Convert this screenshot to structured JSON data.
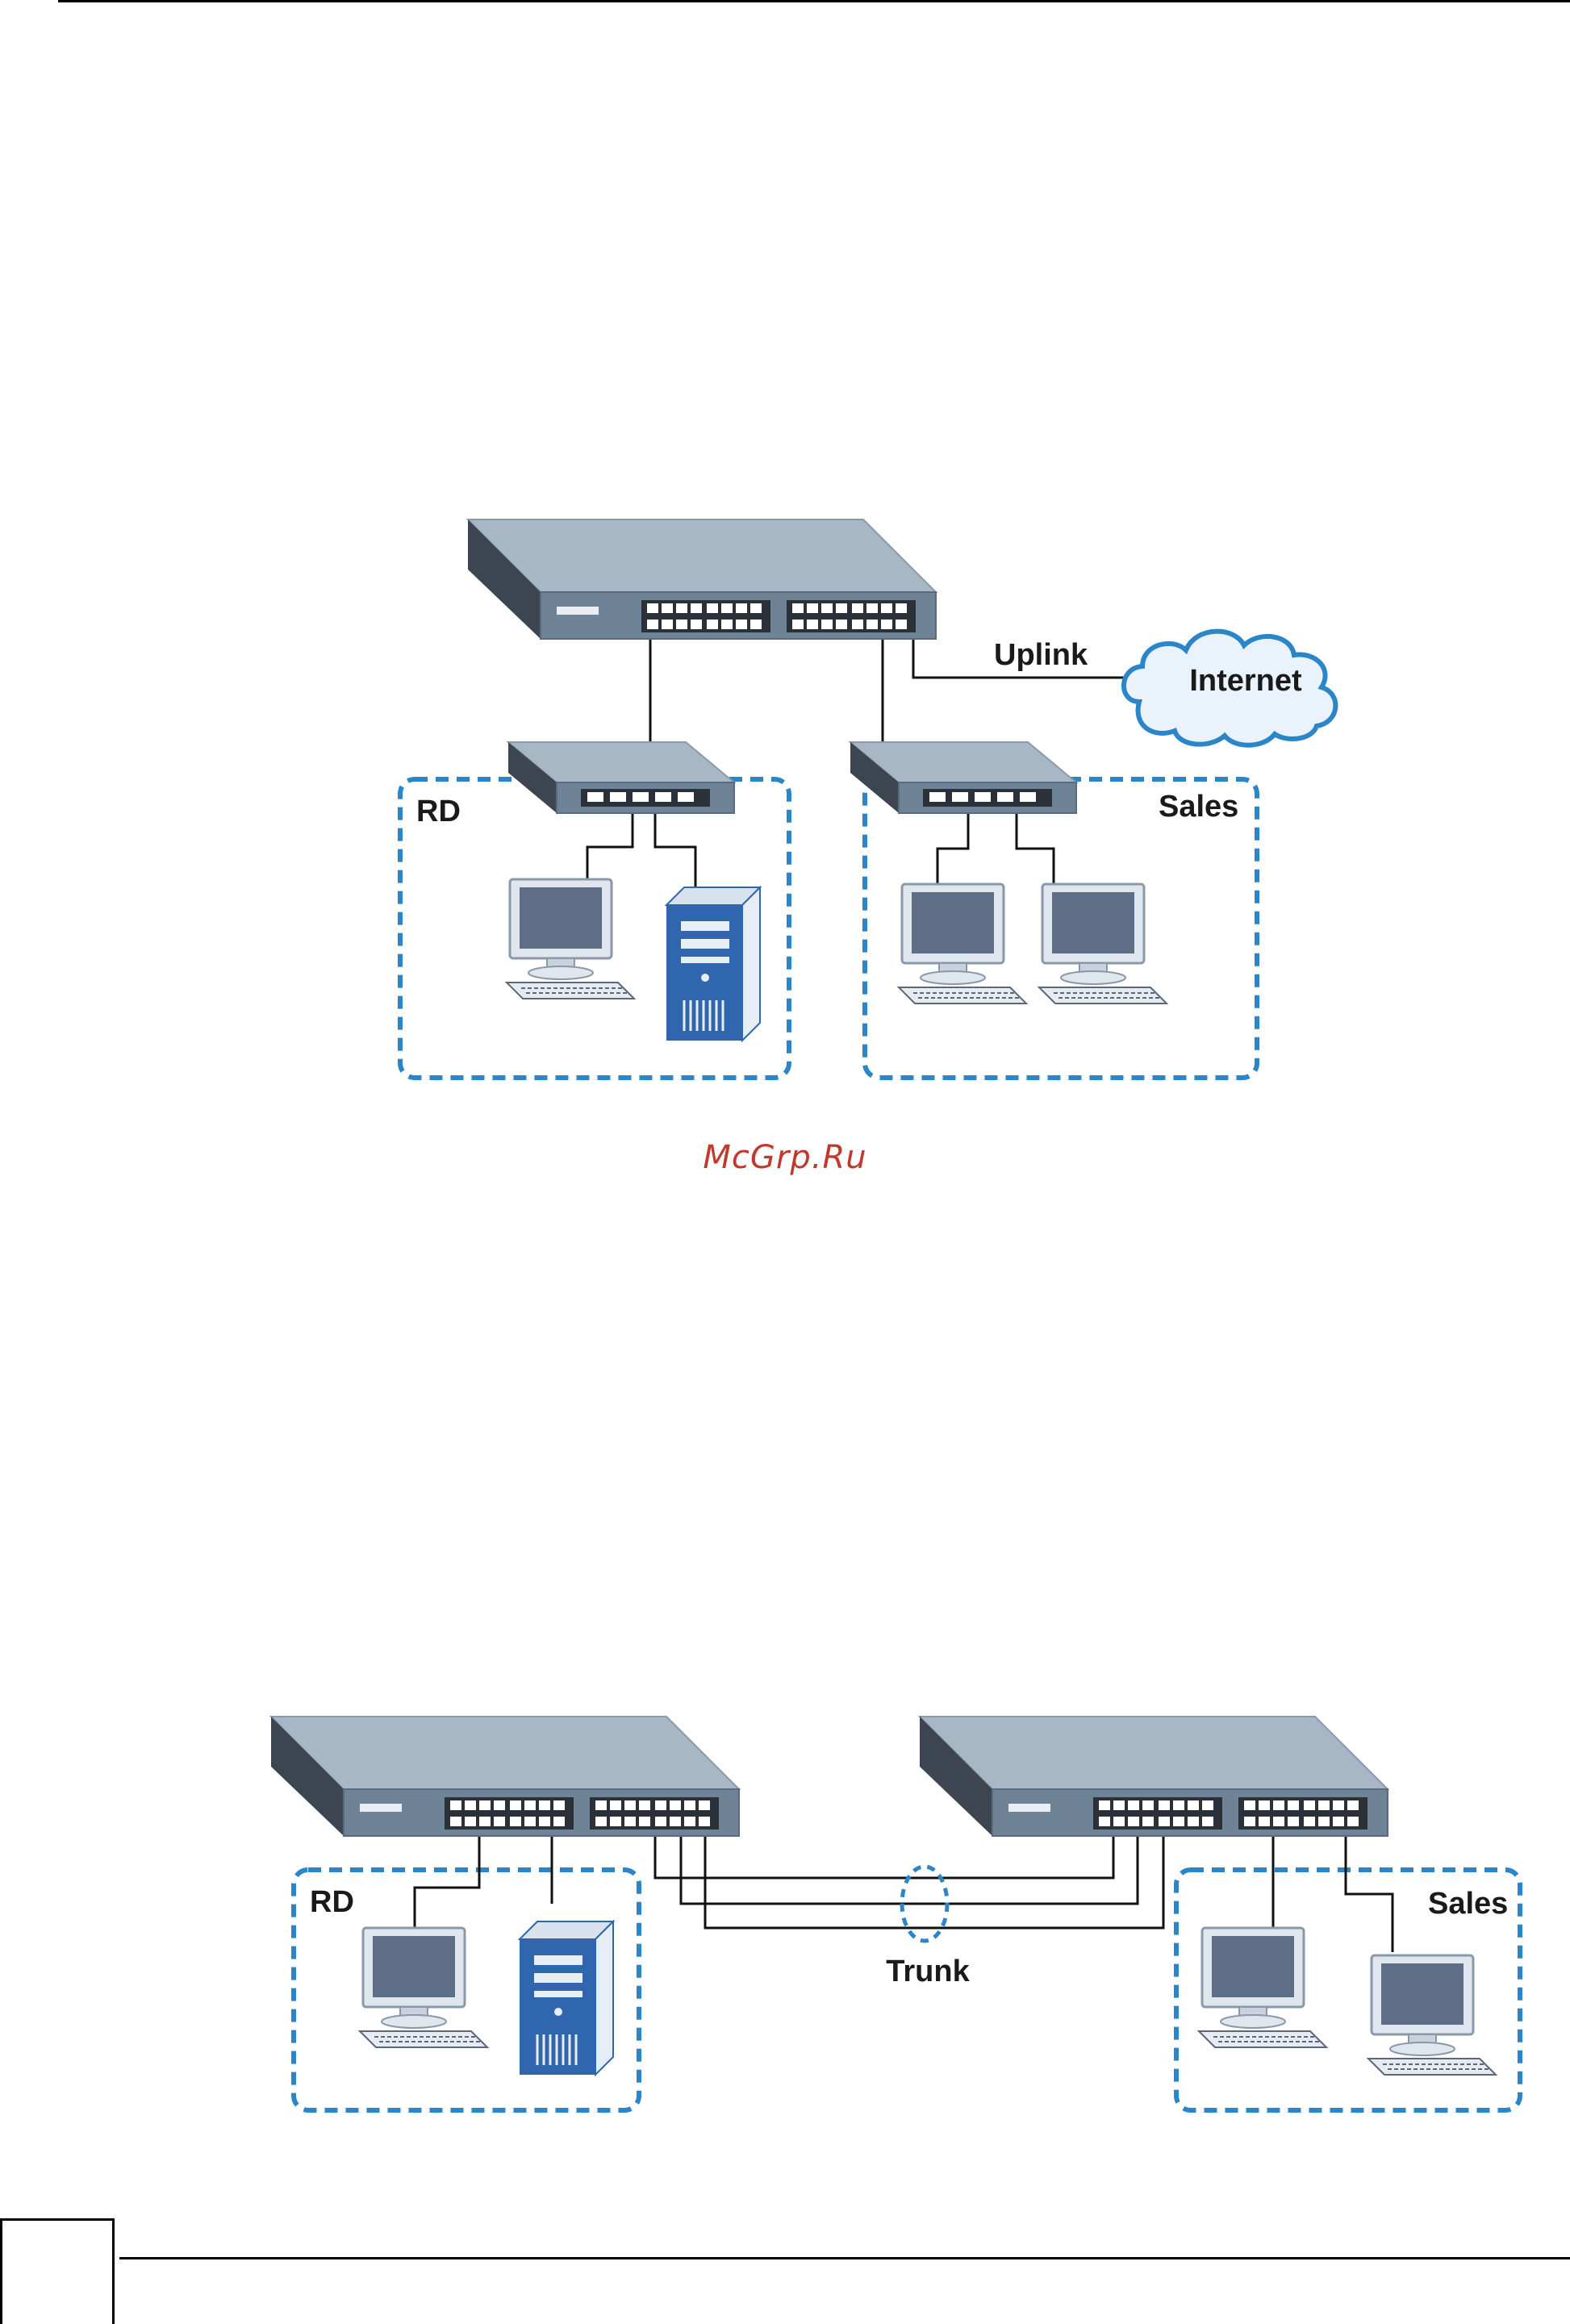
{
  "diagram1": {
    "uplink_label": "Uplink",
    "internet_label": "Internet",
    "rd_label": "RD",
    "sales_label": "Sales"
  },
  "watermark": "McGrp.Ru",
  "diagram2": {
    "rd_label": "RD",
    "sales_label": "Sales",
    "trunk_label": "Trunk"
  },
  "colors": {
    "switch_top": "#a7b7c6",
    "switch_front": "#6f8396",
    "switch_side": "#3d4650",
    "group_border": "#2a86c8",
    "monitor_screen": "#5e6e86",
    "server_blue": "#2f66ad"
  }
}
